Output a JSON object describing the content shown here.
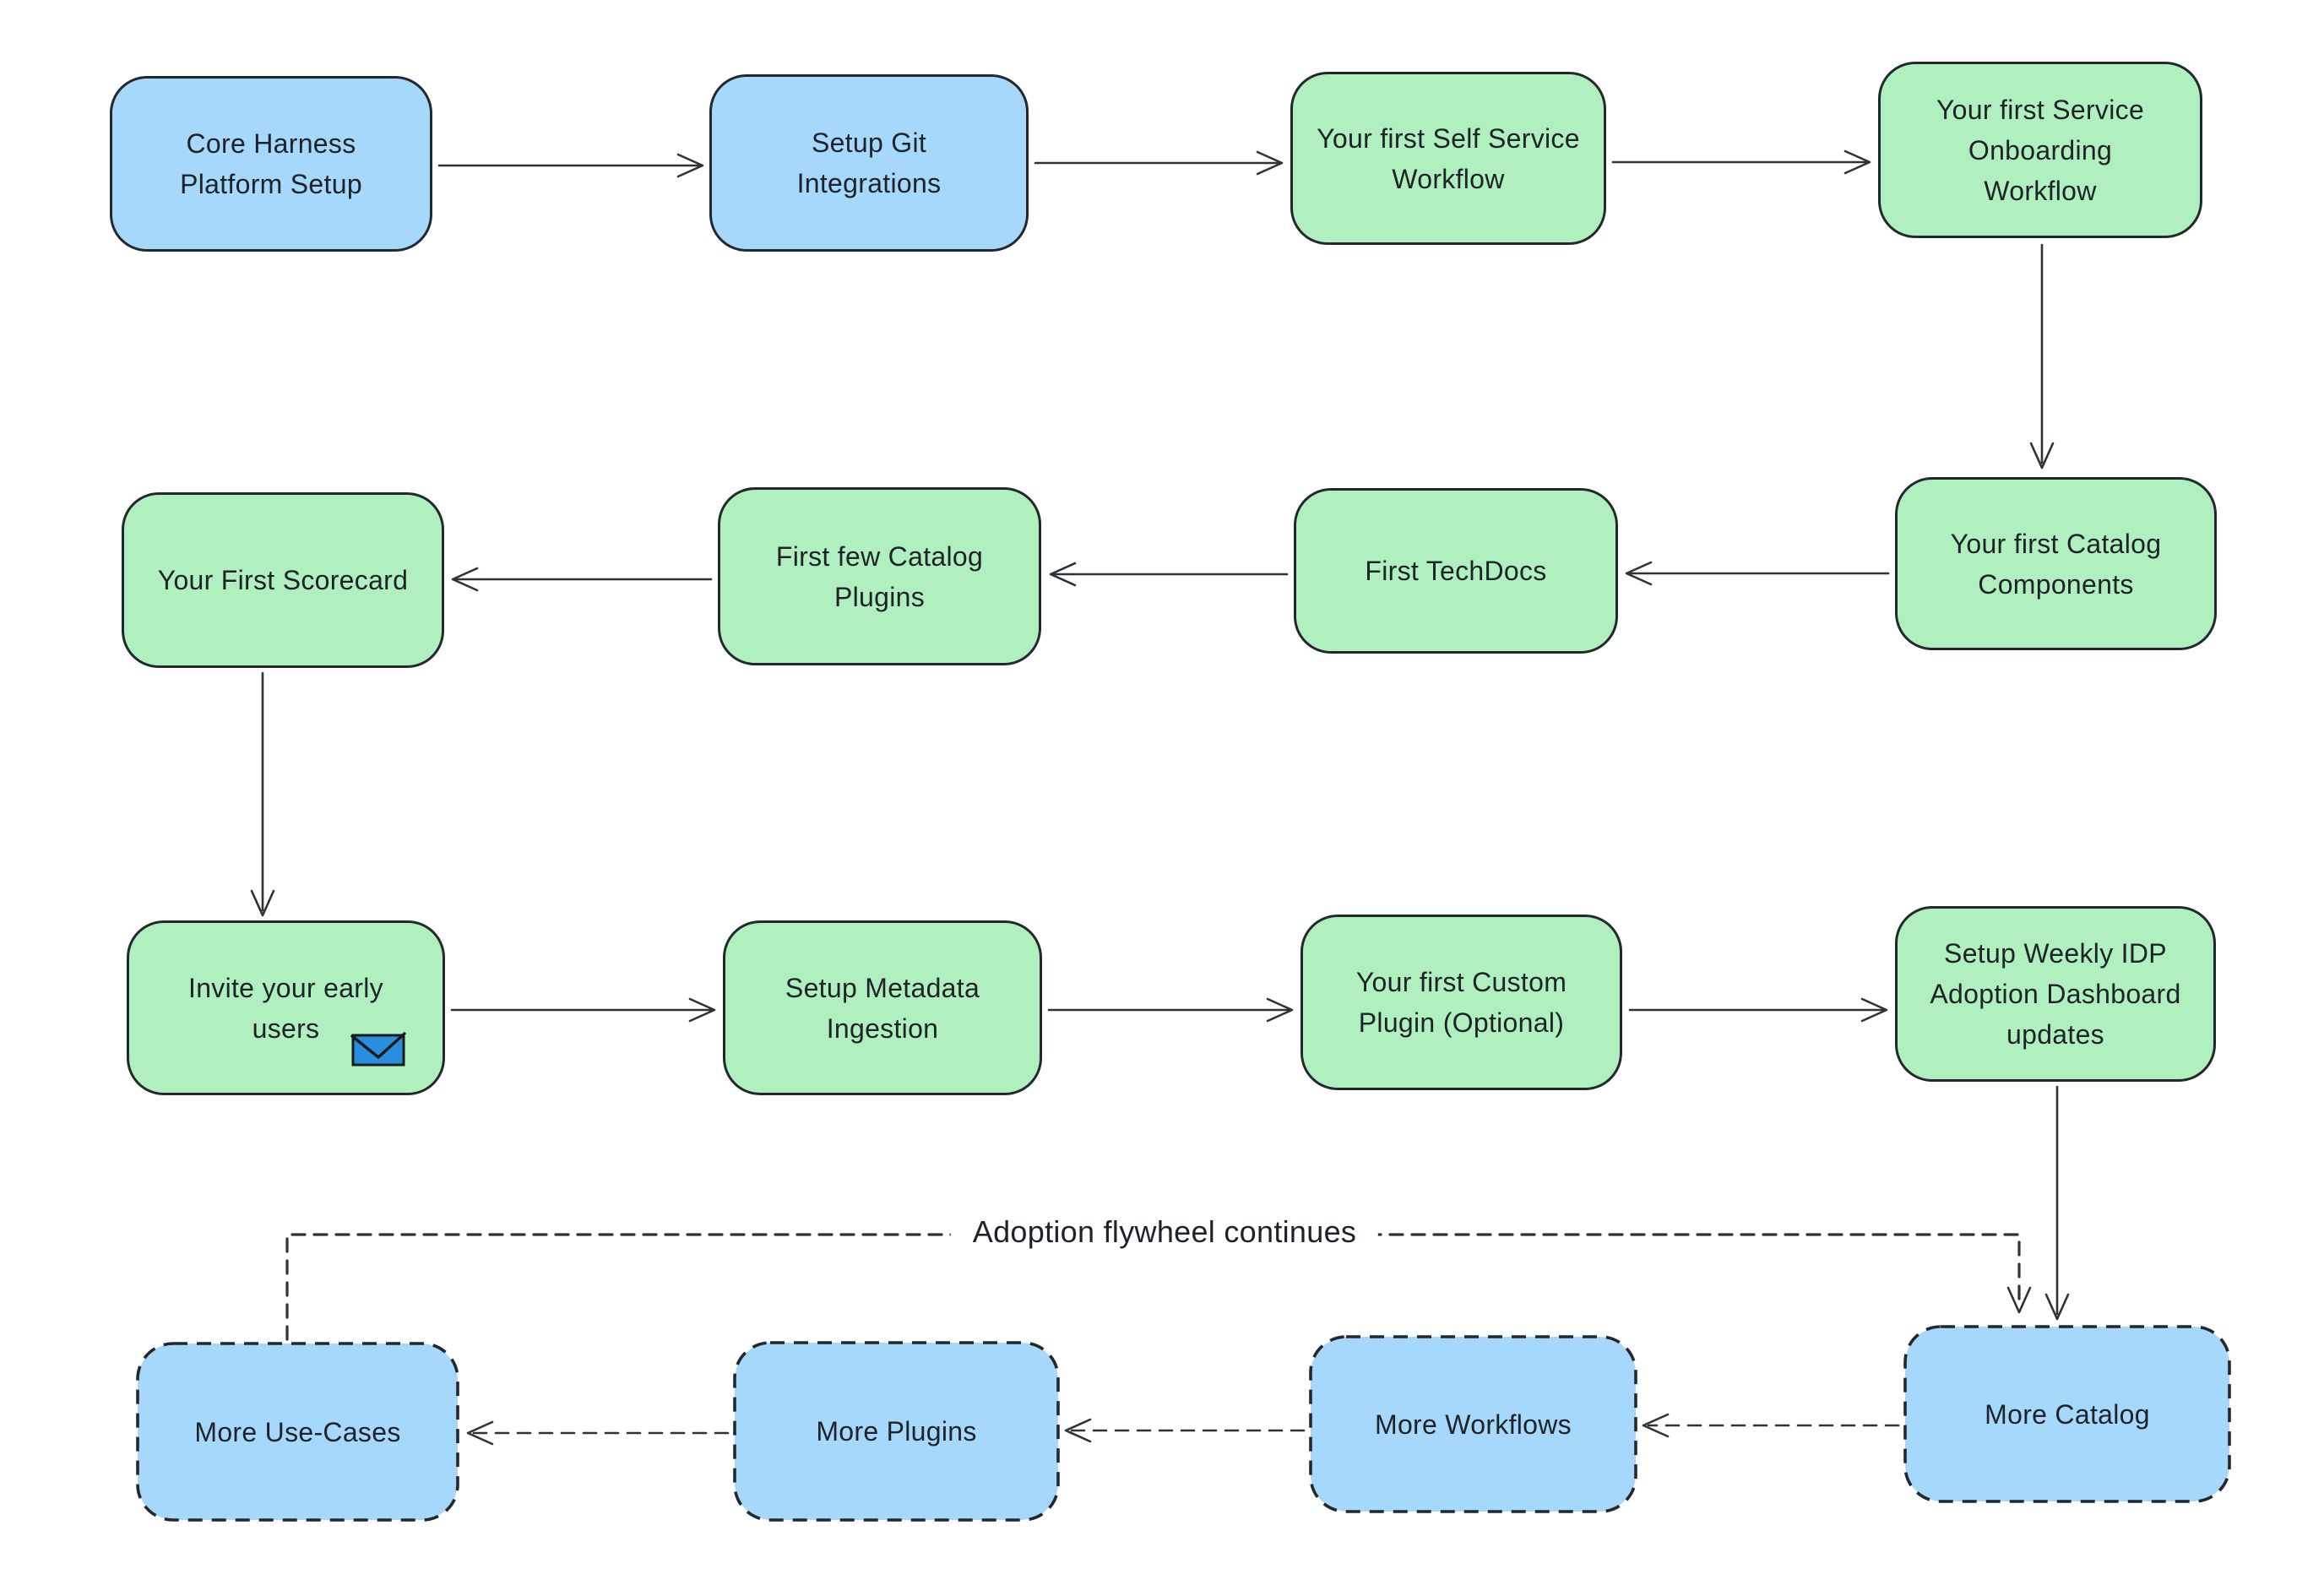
{
  "diagram": {
    "type": "flowchart",
    "colors": {
      "box_blue": "#a5d8fa",
      "box_green": "#b0f0be",
      "outline": "#23282e",
      "connector": "#2e3338",
      "text": "#1e2329",
      "envelope_blue": "#2a8ede",
      "background": "#ffffff"
    },
    "nodes": [
      {
        "id": "core-harness-platform-setup",
        "label": "Core Harness\nPlatform Setup",
        "fill": "blue",
        "border": "solid"
      },
      {
        "id": "setup-git-integrations",
        "label": "Setup Git\nIntegrations",
        "fill": "blue",
        "border": "solid"
      },
      {
        "id": "your-first-self-service-workflow",
        "label": "Your first Self Service\nWorkflow",
        "fill": "green",
        "border": "solid"
      },
      {
        "id": "your-first-service-onboarding-workflow",
        "label": "Your first Service\nOnboarding\nWorkflow",
        "fill": "green",
        "border": "solid"
      },
      {
        "id": "your-first-scorecard",
        "label": "Your First Scorecard",
        "fill": "green",
        "border": "solid"
      },
      {
        "id": "first-few-catalog-plugins",
        "label": "First few Catalog\nPlugins",
        "fill": "green",
        "border": "solid"
      },
      {
        "id": "first-techdocs",
        "label": "First TechDocs",
        "fill": "green",
        "border": "solid"
      },
      {
        "id": "your-first-catalog-components",
        "label": "Your first Catalog\nComponents",
        "fill": "green",
        "border": "solid"
      },
      {
        "id": "invite-your-early-users",
        "label": "Invite your early\nusers",
        "fill": "green",
        "border": "solid",
        "icon": "envelope-icon"
      },
      {
        "id": "setup-metadata-ingestion",
        "label": "Setup Metadata\nIngestion",
        "fill": "green",
        "border": "solid"
      },
      {
        "id": "your-first-custom-plugin",
        "label": "Your first Custom\nPlugin (Optional)",
        "fill": "green",
        "border": "solid"
      },
      {
        "id": "setup-weekly-idp-adoption-dashboard-updates",
        "label": "Setup Weekly IDP\nAdoption Dashboard\nupdates",
        "fill": "green",
        "border": "solid"
      },
      {
        "id": "more-use-cases",
        "label": "More Use-Cases",
        "fill": "blue",
        "border": "dashed"
      },
      {
        "id": "more-plugins",
        "label": "More Plugins",
        "fill": "blue",
        "border": "dashed"
      },
      {
        "id": "more-workflows",
        "label": "More Workflows",
        "fill": "blue",
        "border": "dashed"
      },
      {
        "id": "more-catalog",
        "label": "More Catalog",
        "fill": "blue",
        "border": "dashed"
      }
    ],
    "edges": [
      {
        "from": "core-harness-platform-setup",
        "to": "setup-git-integrations",
        "style": "solid"
      },
      {
        "from": "setup-git-integrations",
        "to": "your-first-self-service-workflow",
        "style": "solid"
      },
      {
        "from": "your-first-self-service-workflow",
        "to": "your-first-service-onboarding-workflow",
        "style": "solid"
      },
      {
        "from": "your-first-service-onboarding-workflow",
        "to": "your-first-catalog-components",
        "style": "solid"
      },
      {
        "from": "your-first-catalog-components",
        "to": "first-techdocs",
        "style": "solid"
      },
      {
        "from": "first-techdocs",
        "to": "first-few-catalog-plugins",
        "style": "solid"
      },
      {
        "from": "first-few-catalog-plugins",
        "to": "your-first-scorecard",
        "style": "solid"
      },
      {
        "from": "your-first-scorecard",
        "to": "invite-your-early-users",
        "style": "solid"
      },
      {
        "from": "invite-your-early-users",
        "to": "setup-metadata-ingestion",
        "style": "solid"
      },
      {
        "from": "setup-metadata-ingestion",
        "to": "your-first-custom-plugin",
        "style": "solid"
      },
      {
        "from": "your-first-custom-plugin",
        "to": "setup-weekly-idp-adoption-dashboard-updates",
        "style": "solid"
      },
      {
        "from": "setup-weekly-idp-adoption-dashboard-updates",
        "to": "more-catalog",
        "style": "solid"
      },
      {
        "from": "more-catalog",
        "to": "more-workflows",
        "style": "dashed"
      },
      {
        "from": "more-workflows",
        "to": "more-plugins",
        "style": "dashed"
      },
      {
        "from": "more-plugins",
        "to": "more-use-cases",
        "style": "dashed"
      },
      {
        "from": "more-use-cases",
        "to": "more-catalog",
        "style": "dashed",
        "label": "Adoption flywheel continues"
      }
    ]
  }
}
